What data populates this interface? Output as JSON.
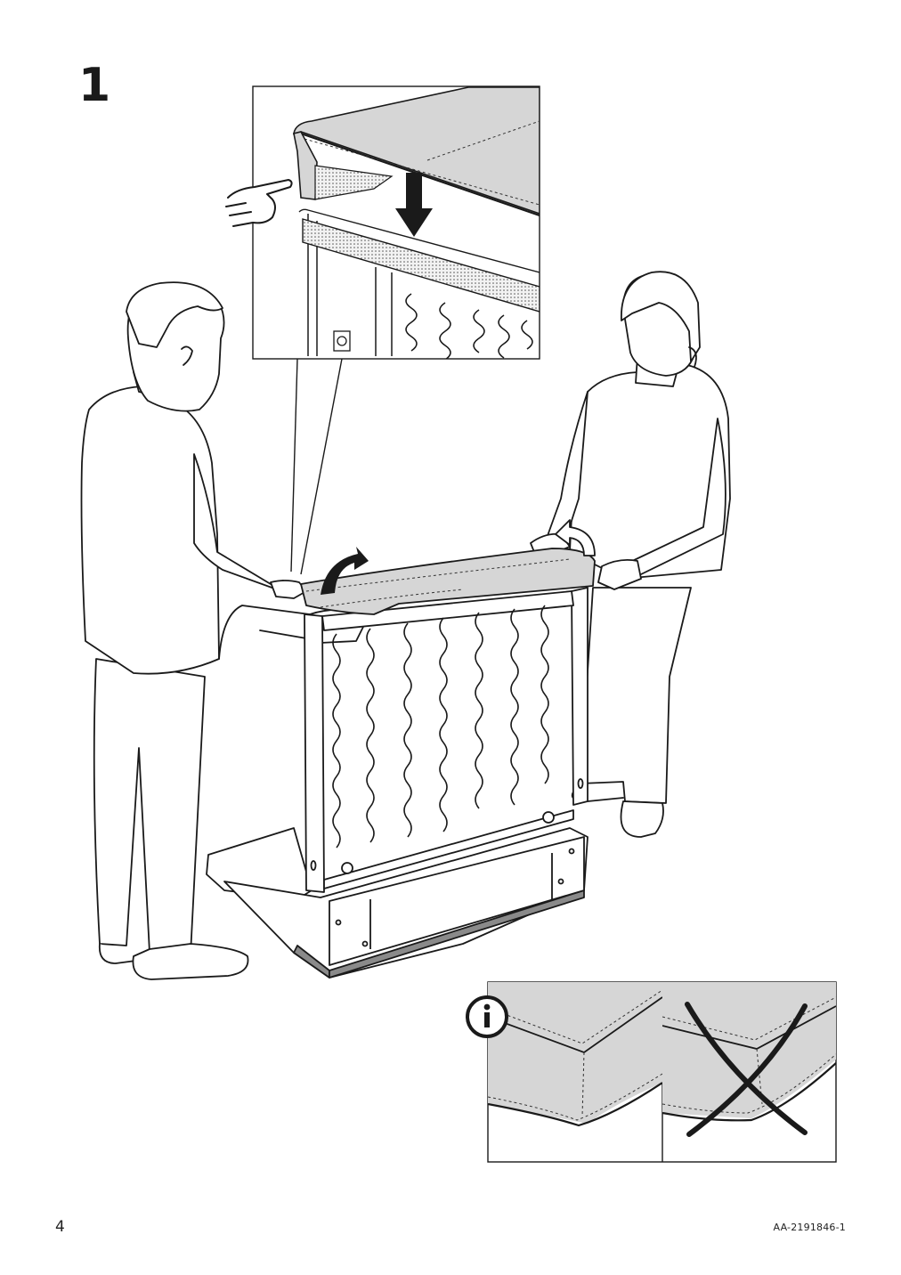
{
  "step": {
    "number": "1"
  },
  "footer": {
    "page_number": "4",
    "document_code": "AA-2191846-1"
  },
  "icons": {
    "info": "info-icon",
    "pointing_hand": "pointing-hand-icon",
    "down_arrow": "down-arrow-icon",
    "cross": "cross-mark-icon"
  },
  "colors": {
    "fabric_gray": "#d6d6d6",
    "line": "#1a1a1a"
  }
}
